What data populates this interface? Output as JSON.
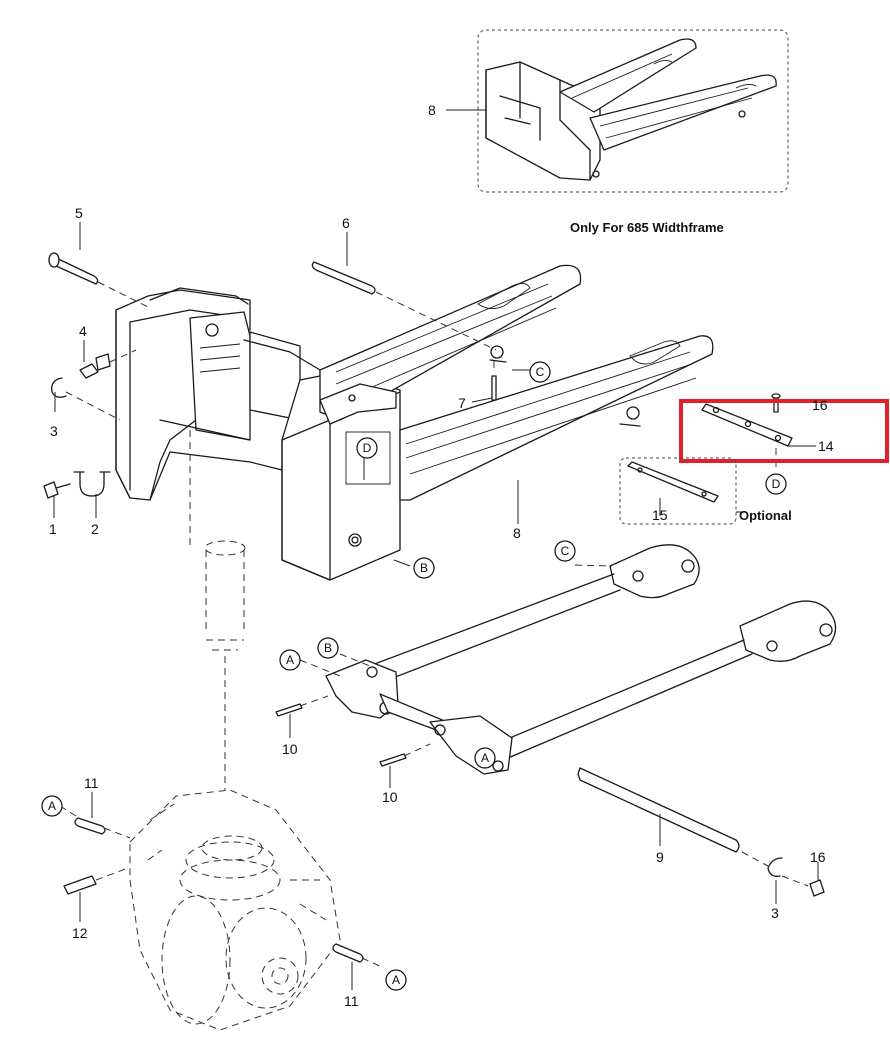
{
  "callouts": {
    "c1": "1",
    "c2": "2",
    "c3a": "3",
    "c3b": "3",
    "c4": "4",
    "c5": "5",
    "c6": "6",
    "c7": "7",
    "c8top": "8",
    "c8main": "8",
    "c9": "9",
    "c10a": "10",
    "c10b": "10",
    "c11a": "11",
    "c11b": "11",
    "c12": "12",
    "c14": "14",
    "c15": "15",
    "c16hl": "16",
    "c16": "16"
  },
  "refs": {
    "a1": "A",
    "a2": "A",
    "a3": "A",
    "a4": "A",
    "b1": "B",
    "b2": "B",
    "c1": "C",
    "c2": "C",
    "d1": "D",
    "d2": "D"
  },
  "captions": {
    "inset": "Only For 685 Widthframe",
    "optional": "Optional"
  },
  "highlight": {
    "color": "#e0202a"
  }
}
